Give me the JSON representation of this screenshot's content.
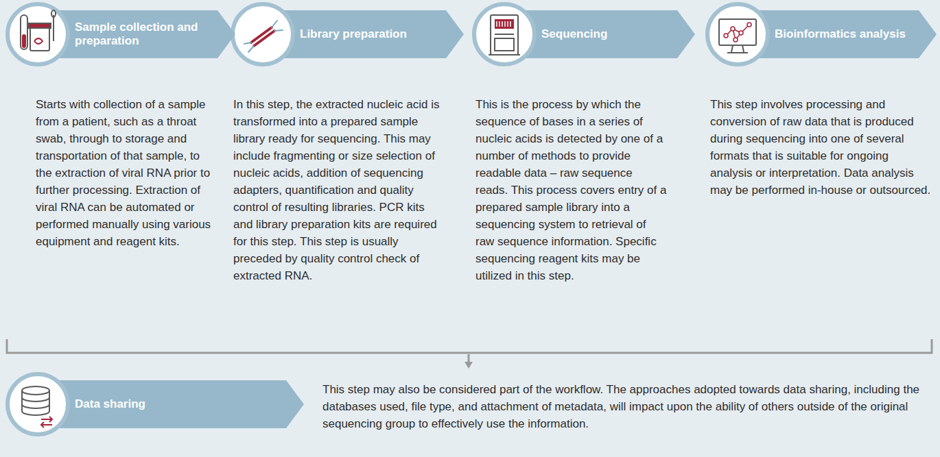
{
  "diagram": {
    "nodes": [
      {
        "text": [
          "Sample collection and preparation",
          "Starts with collection of a sample from a patient, such as a throat swab, through to storage and transportation of that sample, to the extraction of viral RNA prior to further processing. Extraction of viral RNA can be automated or performed manually using various equipment and reagent kits."
        ]
      },
      {
        "text": [
          "Library preparation",
          "In this step, the extracted nucleic acid is transformed into a prepared sample library ready for sequencing. This may include fragmenting or size selection of nucleic acids, addition of sequencing adapters, quantification and quality control of resulting libraries. PCR kits and library preparation kits are required for this step. This step is usually preceded by quality control check of extracted RNA."
        ]
      },
      {
        "text": [
          "Sequencing",
          "This is the process by which the sequence of bases in a series of nucleic acids is detected by one of a number of methods to provide readable data – raw sequence reads. This process covers entry of a prepared sample library into a sequencing system to retrieval of raw sequence information. Specific sequencing reagent kits may be utilized in this step."
        ]
      },
      {
        "text": [
          "Bioinformatics analysis",
          "This step involves processing and conversion of raw data that is produced during sequencing into one of several formats that is suitable for ongoing analysis or interpretation. Data analysis may be performed in-house or outsourced."
        ]
      },
      {
        "text": [
          "Data sharing",
          "This step may also be considered part of the workflow. The approaches adopted towards data sharing, including the databases used, file type, and attachment of metadata, will impact upon the ability of others outside of the original sequencing group to effectively use the information."
        ]
      }
    ]
  }
}
